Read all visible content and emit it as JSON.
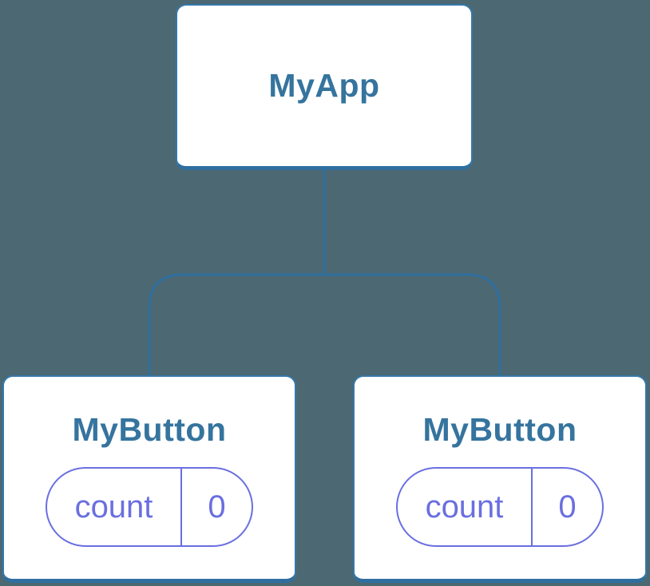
{
  "diagram": {
    "type": "component-tree",
    "root": {
      "label": "MyApp"
    },
    "children": [
      {
        "label": "MyButton",
        "state": {
          "key": "count",
          "value": "0"
        }
      },
      {
        "label": "MyButton",
        "state": {
          "key": "count",
          "value": "0"
        }
      }
    ]
  },
  "colors": {
    "background": "#4C6872",
    "node_background": "#FFFFFF",
    "node_border": "#3578A9",
    "node_border_bottom": "#2F6FA0",
    "node_title_text": "#35749E",
    "connector_line": "#2F6FA0",
    "state_pill": "#6A6FE0"
  }
}
